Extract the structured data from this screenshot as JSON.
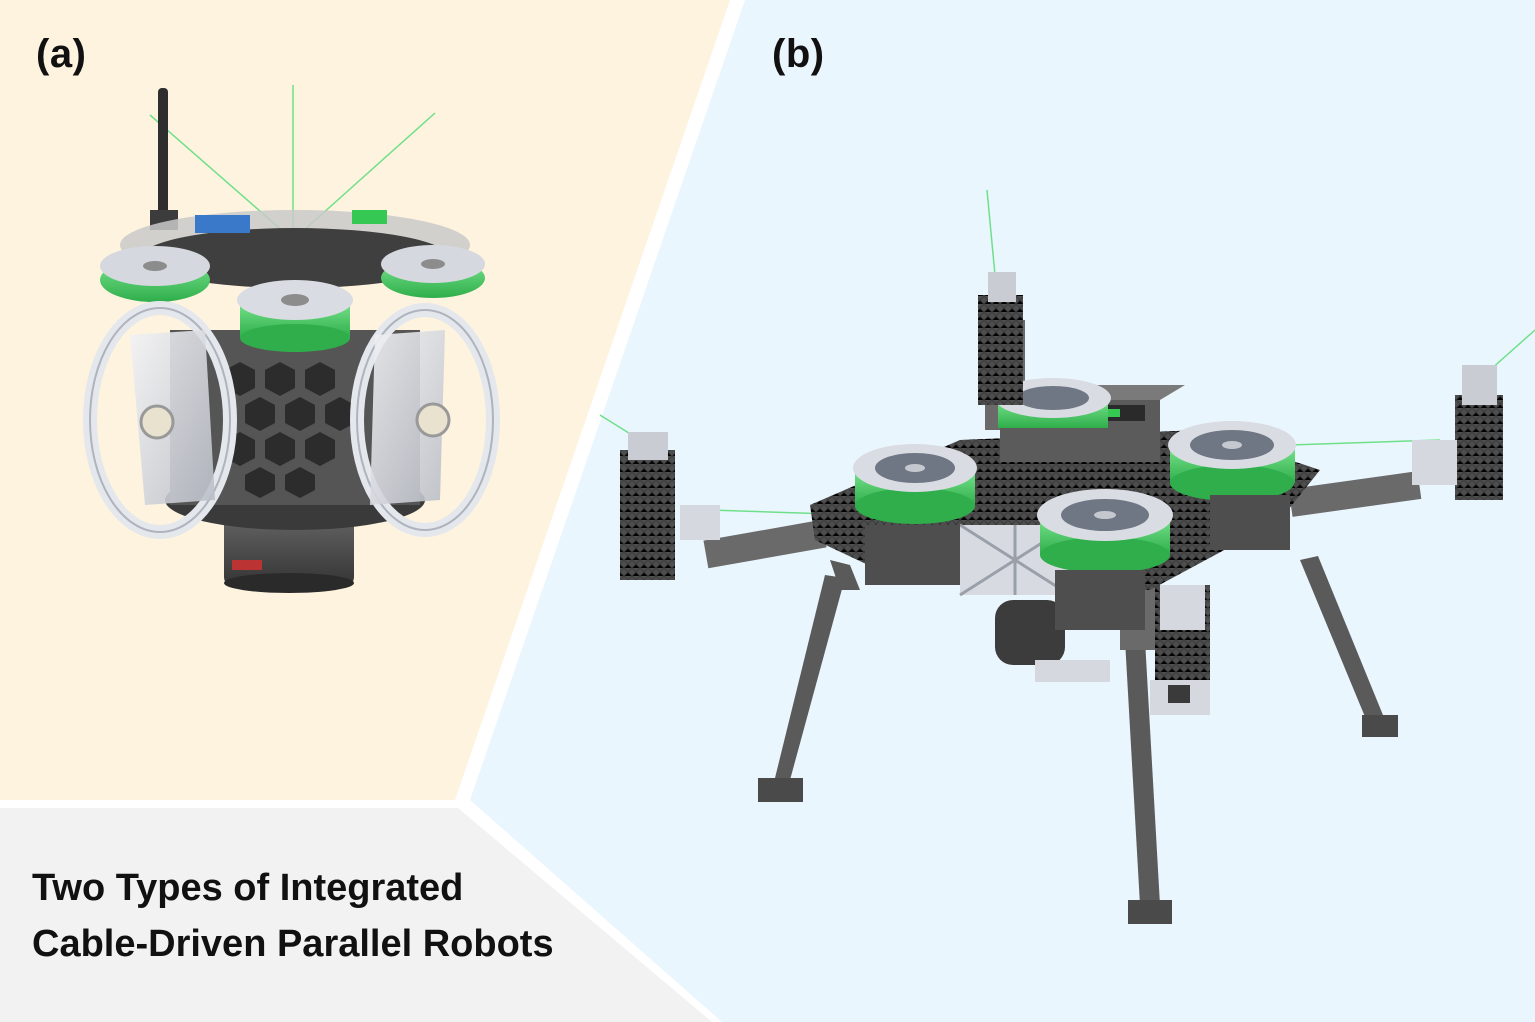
{
  "panels": {
    "a": {
      "label": "(a)",
      "background": "#fdf3df"
    },
    "b": {
      "label": "(b)",
      "background": "#eaf6fd"
    }
  },
  "caption": {
    "line1": "Two Types of Integrated",
    "line2": "Cable-Driven Parallel Robots",
    "background": "#f2f2f2"
  },
  "colors": {
    "cable": "#6fe08a",
    "spool_green": "#4fcf6a",
    "frame_dark": "#4a4a4a",
    "metal_light": "#d9dce2"
  }
}
